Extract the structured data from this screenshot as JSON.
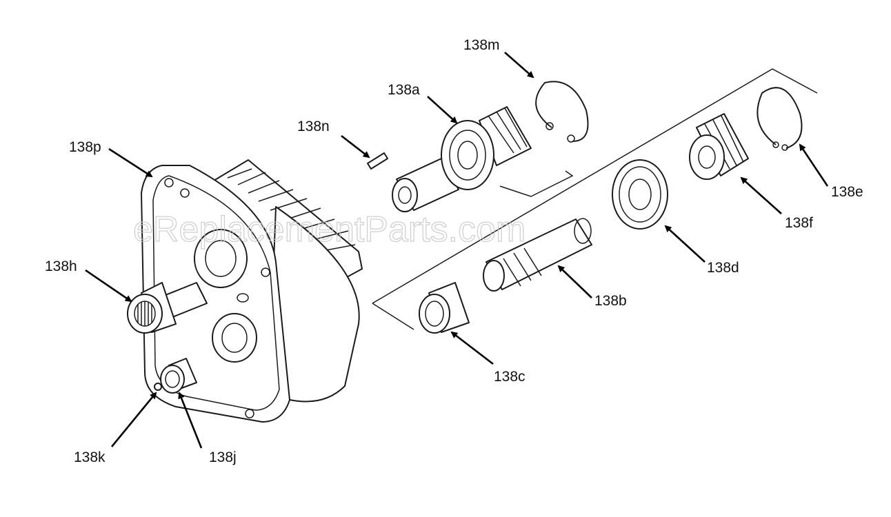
{
  "watermark": "eReplacementParts.com",
  "labels": {
    "l138m": "138m",
    "l138a": "138a",
    "l138n": "138n",
    "l138p": "138p",
    "l138h": "138h",
    "l138k": "138k",
    "l138j": "138j",
    "l138c": "138c",
    "l138b": "138b",
    "l138d": "138d",
    "l138f": "138f",
    "l138e": "138e"
  }
}
